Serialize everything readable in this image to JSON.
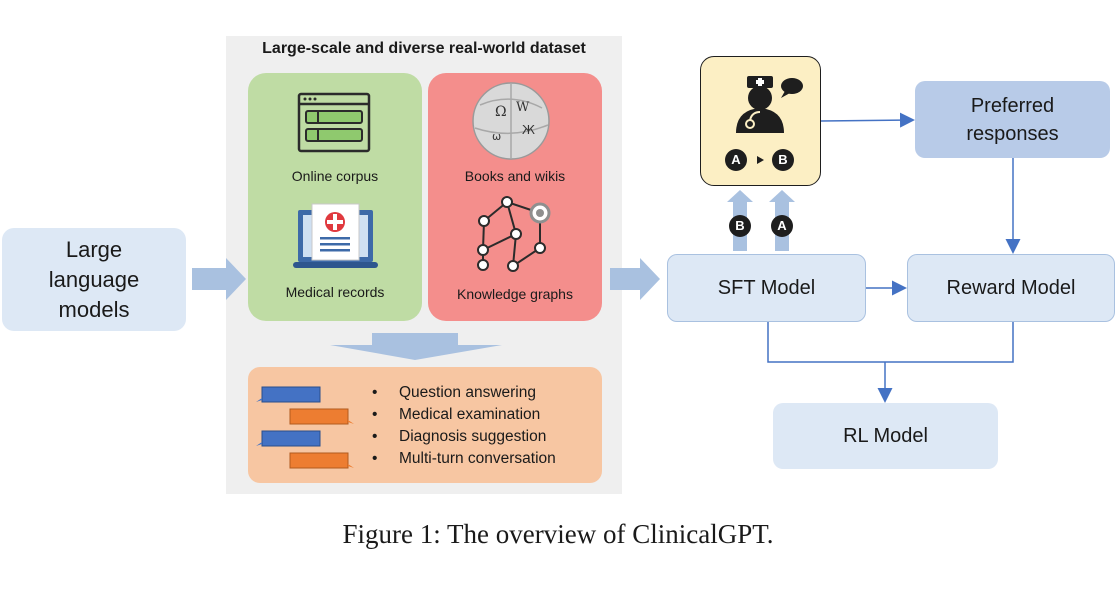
{
  "llm_label": "Large language models",
  "dataset": {
    "title": "Large-scale and diverse real-world dataset",
    "sources": {
      "online_corpus": "Online corpus",
      "medical_records": "Medical records",
      "books_wikis": "Books and wikis",
      "knowledge_graphs": "Knowledge graphs"
    },
    "tasks": [
      "Question answering",
      "Medical examination",
      "Diagnosis suggestion",
      "Multi-turn conversation"
    ]
  },
  "models": {
    "sft": "SFT Model",
    "reward": "Reward Model",
    "rl": "RL Model",
    "preferred": "Preferred responses"
  },
  "badges": {
    "a": "A",
    "b": "B"
  },
  "caption": "Figure 1: The overview of ClinicalGPT.",
  "colors": {
    "online_corpus_panel": "#bfdca4",
    "knowledge_panel": "#f48e8c",
    "tasks_panel": "#f7c6a2",
    "model_box": "#dde8f5",
    "preferred_box": "#b8cbe8",
    "doctor_box": "#fcefc4",
    "flow_arrow": "#4472c4",
    "wide_arrow": "#a9c1e0"
  }
}
